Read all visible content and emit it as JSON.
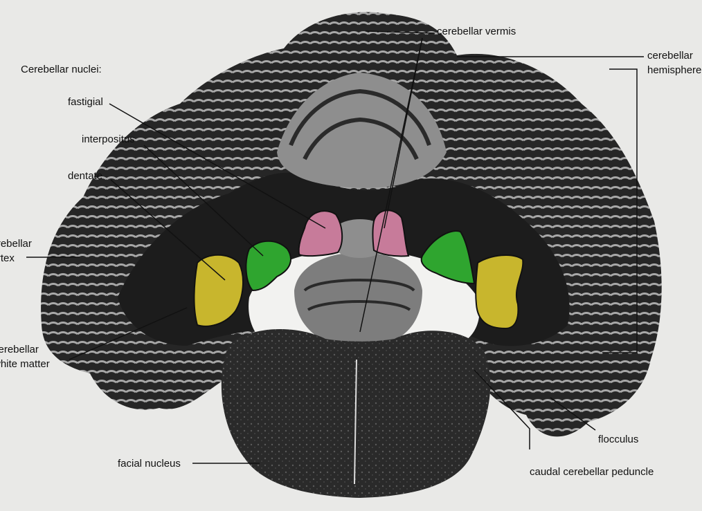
{
  "figure": {
    "heading": "Cerebellar nuclei:",
    "labels": {
      "fastigial": "fastigial",
      "interpositus": "interpositus",
      "dentate": "dentate",
      "vermis": "cerebellar vermis",
      "hemisphere_line1": "cerebellar",
      "hemisphere_line2": "hemisphere",
      "cortex_line1": "cerebellar",
      "cortex_line2": "cortex",
      "white_matter_line1": "cerebellar",
      "white_matter_line2": "white matter",
      "facial_nucleus": "facial nucleus",
      "flocculus": "flocculus",
      "peduncle": "caudal cerebellar peduncle"
    },
    "colors": {
      "fastigial": "#c77b9a",
      "interpositus": "#2fa52f",
      "dentate": "#c8b62d",
      "white_matter": "#1c1c1c",
      "cortex": "#9a9a9a",
      "background": "#e9e9e7"
    }
  }
}
